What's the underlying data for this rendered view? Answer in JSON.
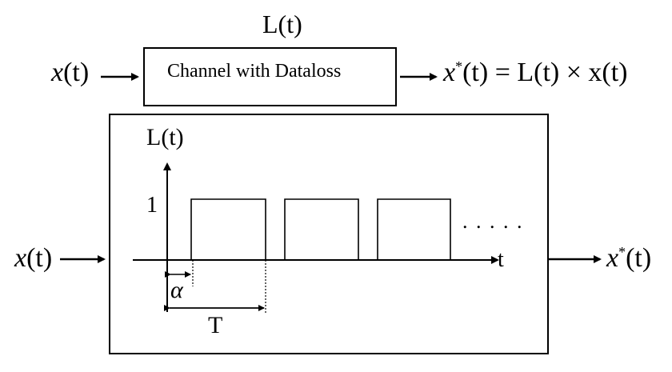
{
  "top": {
    "lt_label": "L(t)",
    "channel_label": "Channel with Dataloss",
    "input": {
      "var": "x",
      "arg": "(t)"
    },
    "output": {
      "var": "x",
      "star": "*",
      "arg": "(t)",
      "rhs": "= L(t) × x(t)"
    }
  },
  "plot": {
    "y_label": "L(t)",
    "one_label": "1",
    "t_label": "t",
    "dots": ". . . . .",
    "alpha": "α",
    "T": "T"
  },
  "bottom": {
    "input": {
      "var": "x",
      "arg": "(t)"
    },
    "output": {
      "var": "x",
      "star": "*",
      "arg": "(t)"
    }
  },
  "pulse_train": {
    "period": "T",
    "offset": "α",
    "amplitude": 1,
    "visible_pulses": 3
  }
}
